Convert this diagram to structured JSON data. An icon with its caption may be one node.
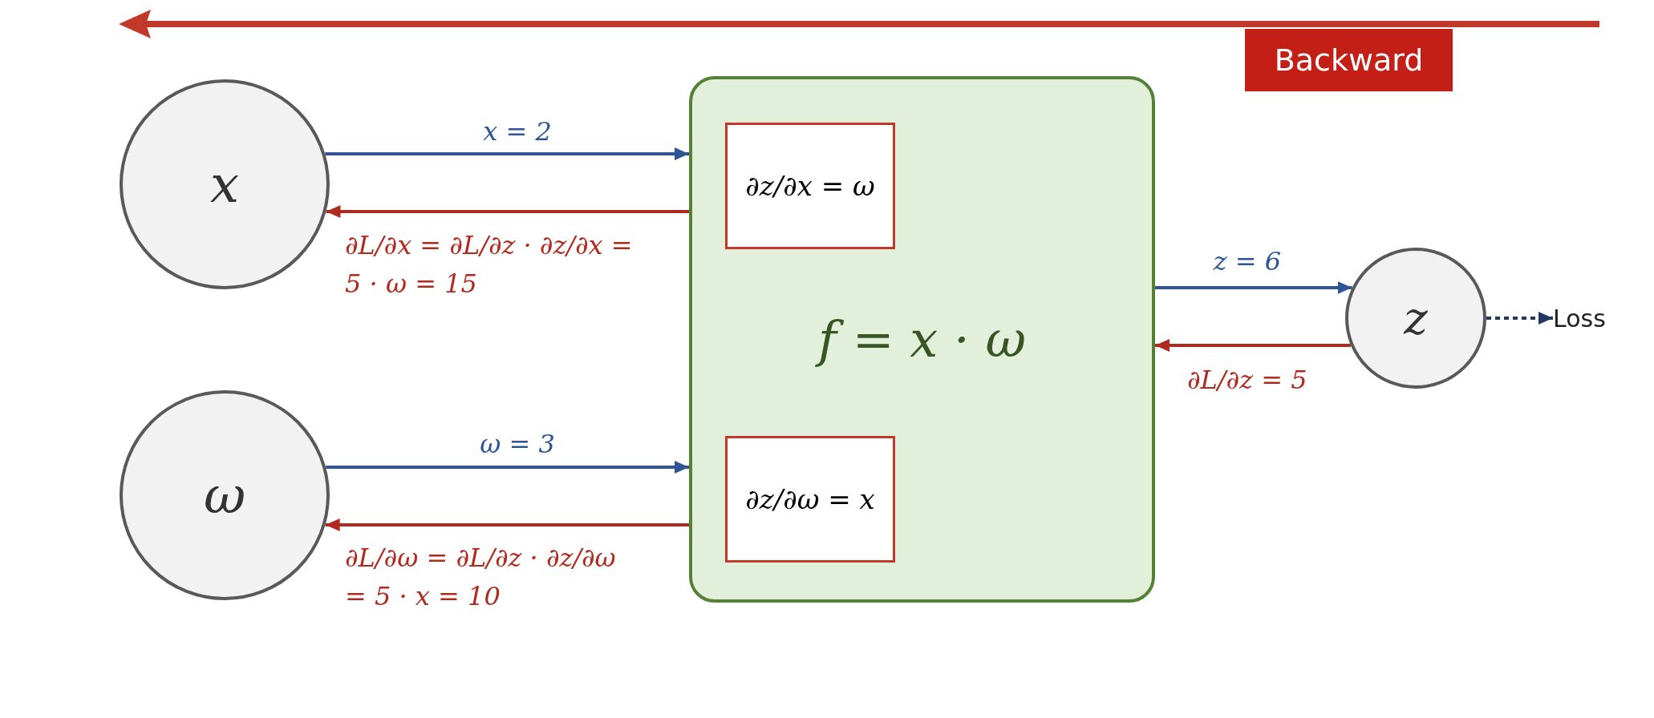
{
  "diagram": {
    "nodes": [
      {
        "text": [
          "x"
        ]
      },
      {
        "text": [
          "ω"
        ]
      },
      {
        "text": [
          "f = x · ω"
        ]
      },
      {
        "text": [
          "∂z/∂x = ω"
        ],
        "in": 2
      },
      {
        "text": [
          "∂z/∂ω = x"
        ],
        "in": 2
      },
      {
        "text": [
          "z"
        ]
      },
      {
        "text": [
          "Loss"
        ]
      }
    ],
    "edges": [
      {
        "from": 0,
        "to": 2,
        "arrow": "to",
        "label": "x = 2",
        "color": "#2f5597"
      },
      {
        "from": 2,
        "to": 0,
        "arrow": "to",
        "label": "∂L/∂x = ∂L/∂z · ∂z/∂x = 5 · ω = 15",
        "color": "#b02a20"
      },
      {
        "from": 1,
        "to": 2,
        "arrow": "to",
        "label": "ω = 3",
        "color": "#2f5597"
      },
      {
        "from": 2,
        "to": 1,
        "arrow": "to",
        "label": "∂L/∂ω = ∂L/∂z · ∂z/∂ω = 5 · x = 10",
        "color": "#b02a20"
      },
      {
        "from": 2,
        "to": 5,
        "arrow": "to",
        "label": "z = 6",
        "color": "#2f5597"
      },
      {
        "from": 5,
        "to": 2,
        "arrow": "to",
        "label": "∂L/∂z = 5",
        "color": "#b02a20"
      },
      {
        "from": 5,
        "to": 6,
        "arrow": "to",
        "style": "dashed",
        "color": "#1f3864"
      }
    ],
    "labels": [
      "Backward"
    ]
  }
}
